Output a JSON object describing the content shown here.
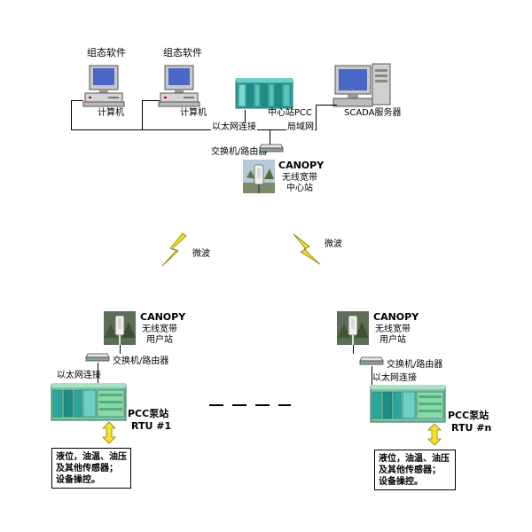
{
  "top": {
    "pc1_title": "组态软件",
    "pc1_label": "计算机",
    "pc2_title": "组态软件",
    "pc2_label": "计算机",
    "center_plc_label": "中心站PCC",
    "server_label": "SCADA服务器",
    "ethernet_label": "以太网连接",
    "lan_label": "局域网",
    "switch_label": "交换机/路由器",
    "canopy_title": "CANOPY",
    "canopy_line1": "无线宽带",
    "canopy_line2": "中心站"
  },
  "links": {
    "microwave_left": "微波",
    "microwave_right": "微波"
  },
  "station1": {
    "canopy_title": "CANOPY",
    "canopy_line1": "无线宽带",
    "canopy_line2": "用户站",
    "switch_label": "交换机/路由器",
    "ethernet_label": "以太网连接",
    "pcc_label": "PCC泵站",
    "rtu_label": "RTU #1",
    "info_line1": "液位，油温、油压",
    "info_line2": "及其他传感器；",
    "info_line3": "设备操控。"
  },
  "stationN": {
    "canopy_title": "CANOPY",
    "canopy_line1": "无线宽带",
    "canopy_line2": "用户站",
    "switch_label": "交换机/路由器",
    "ethernet_label": "以太网连接",
    "pcc_label": "PCC泵站",
    "rtu_label": "RTU #n",
    "info_line1": "液位，油温、油压",
    "info_line2": "及其他传感器；",
    "info_line3": "设备操控。"
  },
  "icons": {
    "computer": "desktop-computer-icon",
    "plc": "plc-rack-icon",
    "server": "server-computer-icon",
    "switch": "network-switch-icon",
    "antenna": "wireless-antenna-icon",
    "lightning": "microwave-lightning-icon",
    "arrow": "double-arrow-icon"
  },
  "colors": {
    "plc_teal": "#2aa8a0",
    "plc_green": "#79c7a2",
    "lightning_yellow": "#f0e020",
    "arrow_yellow": "#f5e32a",
    "monitor_gray": "#c8c8c8",
    "screen_blue": "#4a66c8"
  }
}
